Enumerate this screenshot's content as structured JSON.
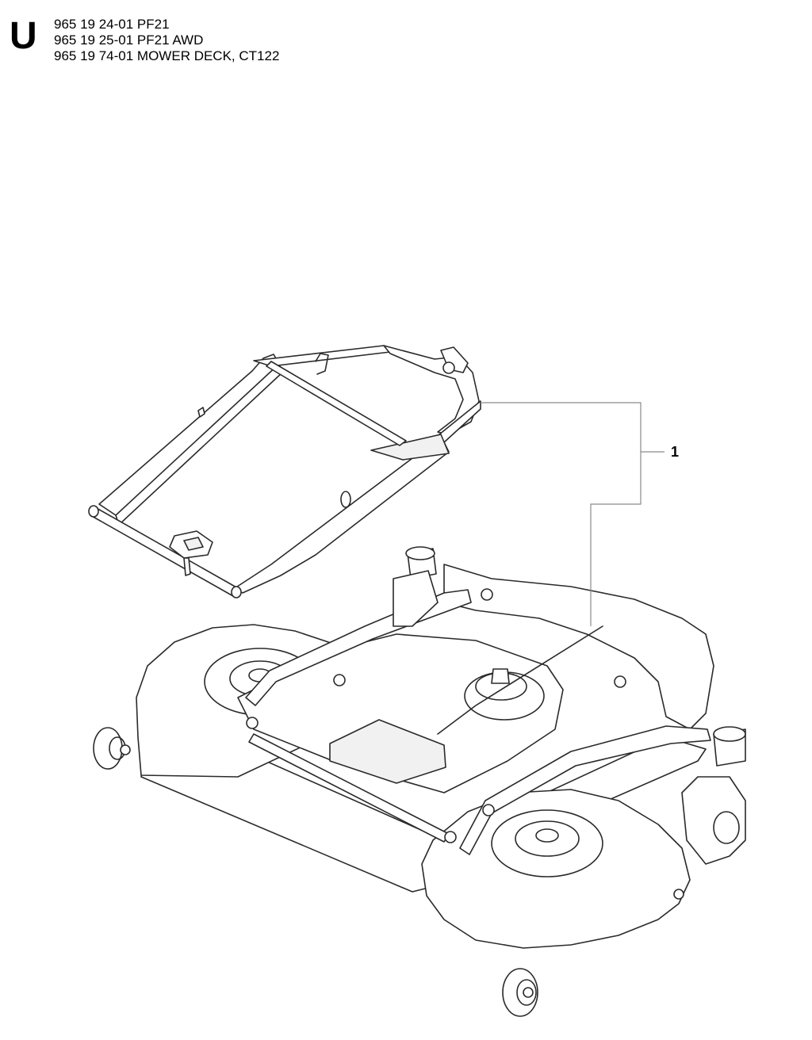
{
  "header": {
    "section_letter": "U",
    "part_lines": [
      "965 19 24-01 PF21",
      "965 19 25-01 PF21 AWD",
      "965 19 74-01 MOWER DECK, CT122"
    ]
  },
  "callouts": [
    {
      "label": "1"
    }
  ],
  "colors": {
    "line": "#2a2a2a",
    "leader": "#8a8a8a",
    "fill": "#ffffff",
    "shade": "#f1f1f1"
  }
}
